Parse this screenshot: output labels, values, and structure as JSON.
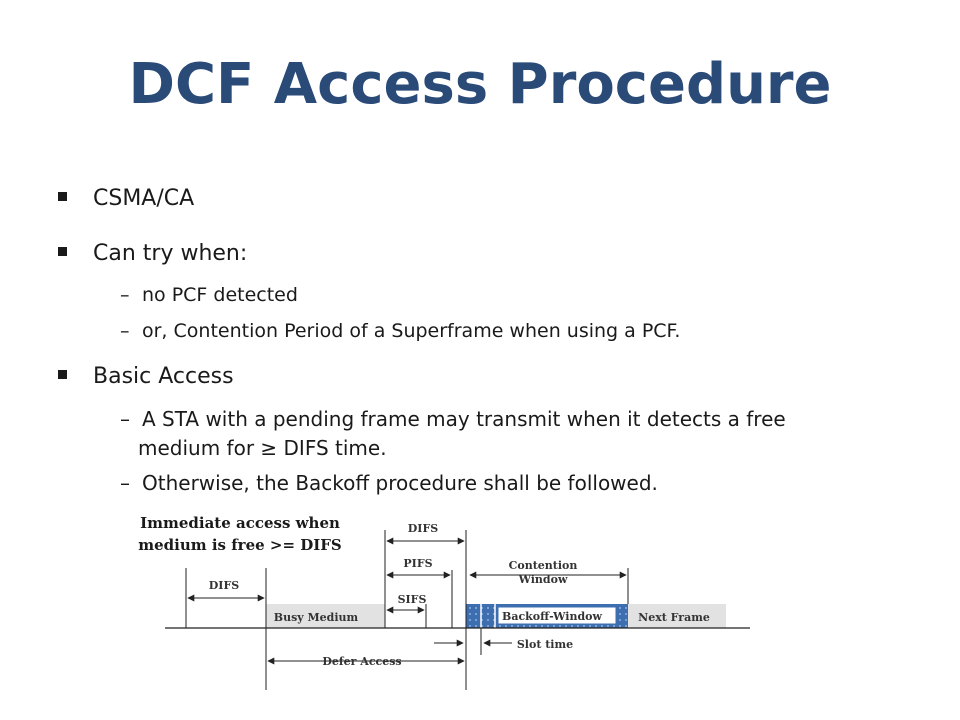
{
  "title": "DCF Access Procedure",
  "bullets": [
    {
      "label": "CSMA/CA"
    },
    {
      "label": "Can try when:",
      "subs": [
        "no PCF detected",
        "or, Contention Period of a Superframe when using a PCF."
      ]
    },
    {
      "label": "Basic Access",
      "subs": [
        "A STA with a pending frame may transmit when it detects a free",
        "Otherwise, the Backoff procedure shall be followed."
      ],
      "sub1_cont": "medium for ≥ DIFS time."
    }
  ],
  "sub_dash": "–",
  "diagram": {
    "caption_line1": "Immediate access when",
    "caption_line2": "medium is free >= DIFS",
    "labels": {
      "difs_left": "DIFS",
      "difs_top": "DIFS",
      "pifs": "PIFS",
      "sifs": "SIFS",
      "contention_line1": "Contention",
      "contention_line2": "Window",
      "busy_medium": "Busy Medium",
      "backoff_window": "Backoff-Window",
      "next_frame": "Next Frame",
      "defer_access": "Defer Access",
      "slot_time": "Slot time"
    }
  }
}
